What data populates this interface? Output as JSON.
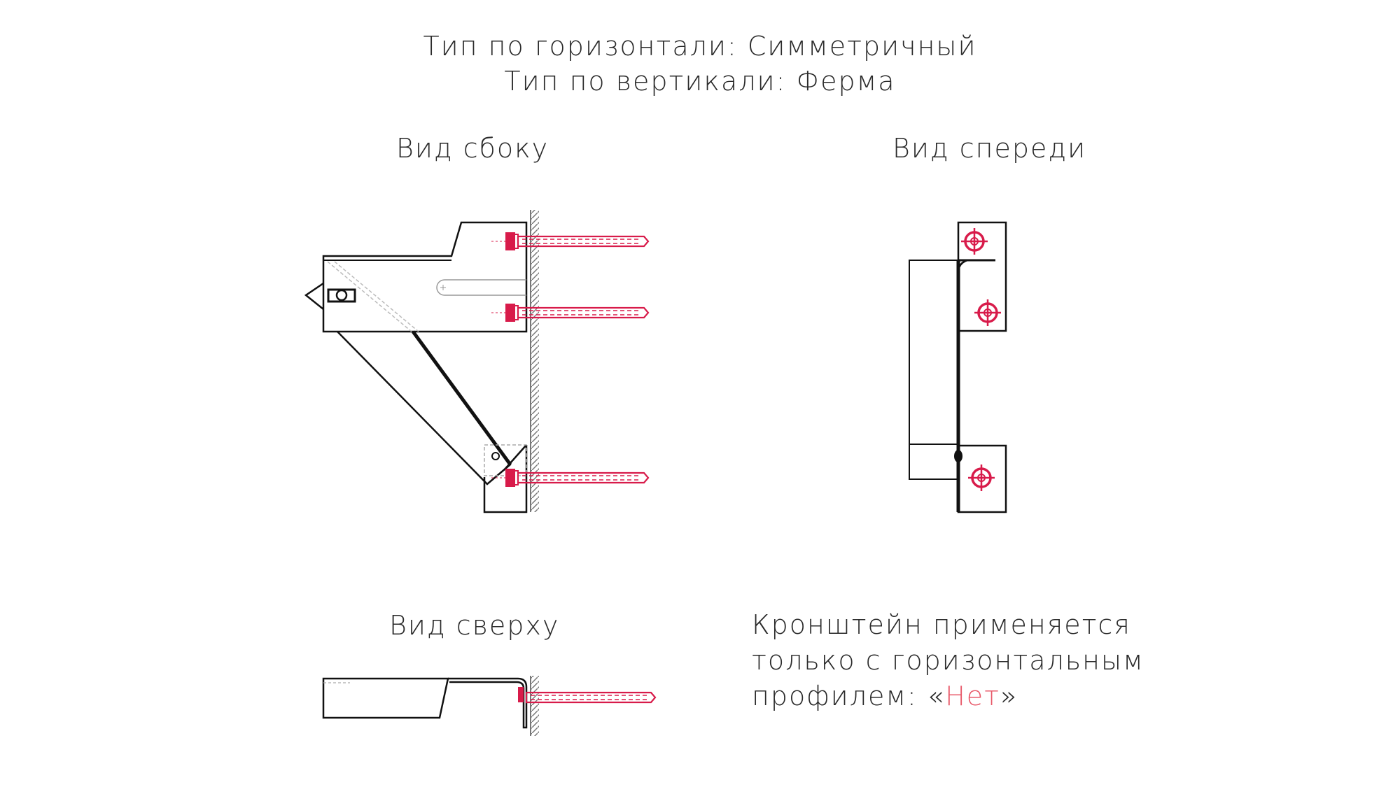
{
  "header": {
    "line1": "Тип по горизонтали: Симметричный",
    "line2": "Тип по вертикали: Ферма"
  },
  "views": {
    "side": "Вид сбоку",
    "front": "Вид спереди",
    "top": "Вид сверху"
  },
  "note": {
    "line1": "Кронштейн применяется",
    "line2": "только с горизонтальным",
    "line3_prefix": "профилем: «",
    "value": "Нет",
    "line3_suffix": "»"
  },
  "colors": {
    "line": "#111111",
    "anchor": "#d81b4a",
    "hatch": "#777777",
    "accent": "#e85a6a"
  }
}
